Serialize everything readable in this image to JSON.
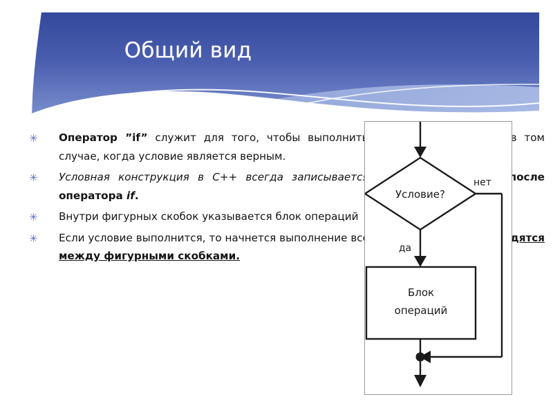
{
  "slide": {
    "title": "Общий вид",
    "bullet_marker": "✳",
    "accent_color": "#3f53a4",
    "header_gradient_top": "#3a4fa0",
    "header_gradient_bottom": "#7289c9",
    "bullet_color": "#5b6fc0",
    "text_color": "#141414"
  },
  "bullets": [
    {
      "id": "bullet-1",
      "segments": [
        {
          "style": "bold",
          "text": "Оператор ”if”"
        },
        {
          "style": "regular",
          "text": " служит для того, чтобы выполнить какую-либо операцию в том случае, когда условие является верным."
        }
      ],
      "plain": "Оператор ”if” служит для того, чтобы выполнить какую-либо операцию в том случае, когда условие является верным."
    },
    {
      "id": "bullet-2",
      "segments": [
        {
          "style": "italic",
          "text": "Условная конструкция в C++ всегда записывается в "
        },
        {
          "style": "bold",
          "text": "круглых скобках после оператора "
        },
        {
          "style": "bold-italic",
          "text": "if"
        },
        {
          "style": "bold",
          "text": "."
        }
      ],
      "plain": "Условная конструкция в C++ всегда записывается в круглых скобках после оператора if."
    },
    {
      "id": "bullet-3",
      "segments": [
        {
          "style": "regular",
          "text": "Внутри фигурных скобок указывается блок операций"
        }
      ],
      "plain": "Внутри фигурных скобок указывается блок операций"
    },
    {
      "id": "bullet-4",
      "segments": [
        {
          "style": "regular",
          "text": "Если условие выполнится, то начнется выполнение всех команд, "
        },
        {
          "style": "bold-underline",
          "text": "которые находятся между фигурными скобками."
        }
      ],
      "plain": "Если условие выполнится, то начнется выполнение всех команд, которые находятся между фигурными скобками."
    }
  ],
  "flowchart": {
    "caption_condition": "Условие?",
    "caption_block_line1": "Блок",
    "caption_block_line2": "операций",
    "label_yes": "да",
    "label_no": "нет",
    "line_color": "#1a1a1a",
    "fill_color": "#ffffff",
    "border_color": "#9a9a9a"
  }
}
